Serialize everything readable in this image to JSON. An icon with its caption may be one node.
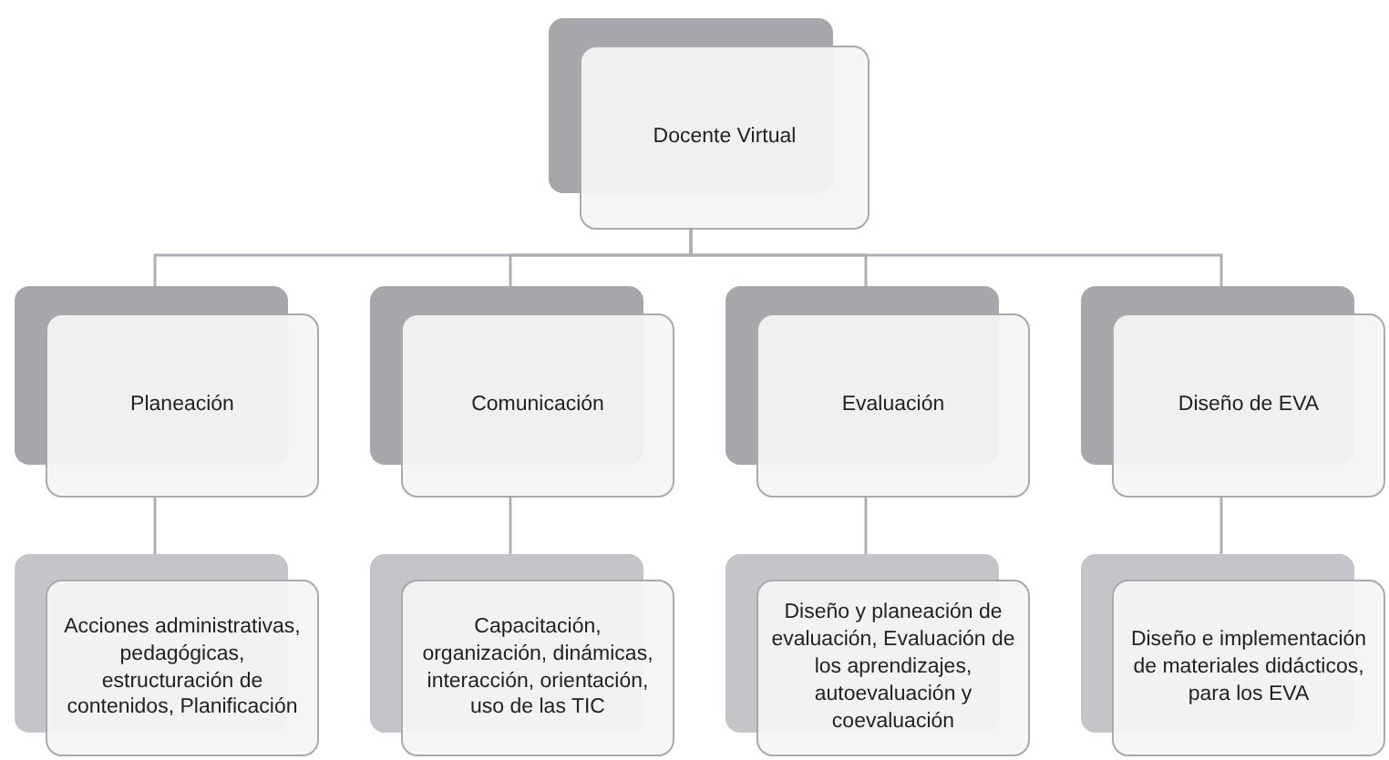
{
  "diagram": {
    "nodes": [
      {
        "text": [
          "Docente Virtual"
        ]
      },
      {
        "text": [
          "Planeación"
        ]
      },
      {
        "text": [
          "Comunicación"
        ]
      },
      {
        "text": [
          "Evaluación"
        ]
      },
      {
        "text": [
          "Diseño de EVA"
        ]
      },
      {
        "text": [
          "Acciones administrativas, pedagógicas, estructuración de contenidos, Planificación"
        ]
      },
      {
        "text": [
          "Capacitación, organización, dinámicas, interacción, orientación, uso de las TIC"
        ]
      },
      {
        "text": [
          "Diseño y planeación de evaluación, Evaluación de los aprendizajes, autoevaluación y coevaluación"
        ]
      },
      {
        "text": [
          "Diseño e implementación de materiales didácticos, para los EVA"
        ]
      }
    ],
    "edges": [
      {
        "from": 0,
        "to": 1,
        "arrow": "none"
      },
      {
        "from": 0,
        "to": 2,
        "arrow": "none"
      },
      {
        "from": 0,
        "to": 3,
        "arrow": "none"
      },
      {
        "from": 0,
        "to": 4,
        "arrow": "none"
      },
      {
        "from": 1,
        "to": 5,
        "arrow": "none"
      },
      {
        "from": 2,
        "to": 6,
        "arrow": "none"
      },
      {
        "from": 3,
        "to": 7,
        "arrow": "none"
      },
      {
        "from": 4,
        "to": 8,
        "arrow": "none"
      }
    ]
  }
}
